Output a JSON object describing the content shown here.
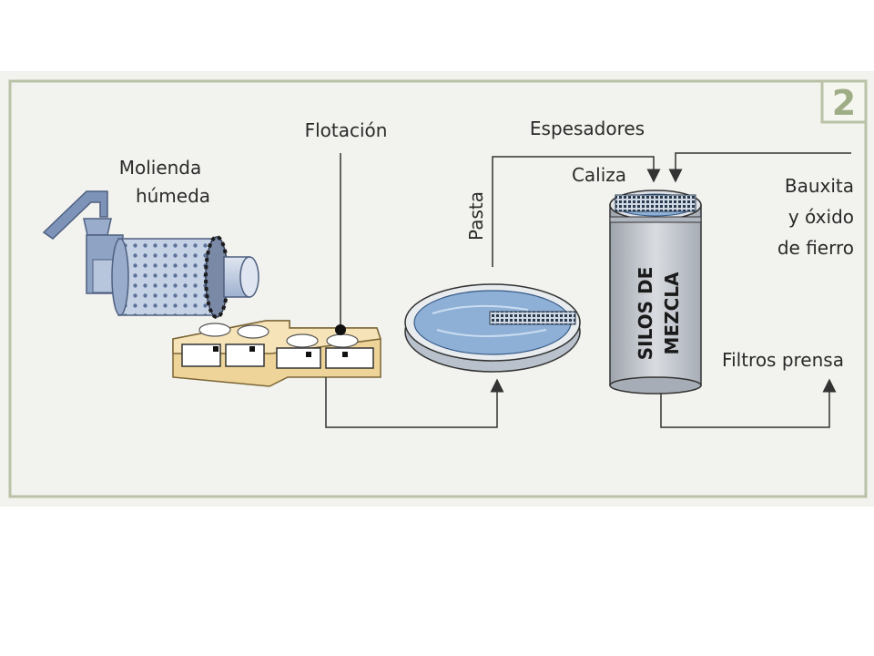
{
  "figure": {
    "number": "2",
    "colors": {
      "panel_bg": "#f2f2ee",
      "frame": "#b9c2a6",
      "flow_line": "#333333",
      "equipment_blue": "#7e93b8",
      "equipment_light": "#c5d2e6",
      "tank_water": "#8fb0d6",
      "flotation_box": "#efd49a",
      "silo_gray": "#c4c8cf"
    }
  },
  "labels": {
    "molienda_1": "Molienda",
    "molienda_2": "húmeda",
    "flotacion": "Flotación",
    "espesadores": "Espesadores",
    "pasta": "Pasta",
    "caliza": "Caliza",
    "bauxita_1": "Bauxita",
    "bauxita_2": "y óxido",
    "bauxita_3": "de fierro",
    "silos_1": "SILOS DE",
    "silos_2": "MEZCLA",
    "filtros": "Filtros prensa"
  },
  "icons": {
    "mill": "ball-mill-icon",
    "flotation": "flotation-cells-icon",
    "thickener": "thickener-tank-icon",
    "silo": "mixing-silo-icon"
  }
}
